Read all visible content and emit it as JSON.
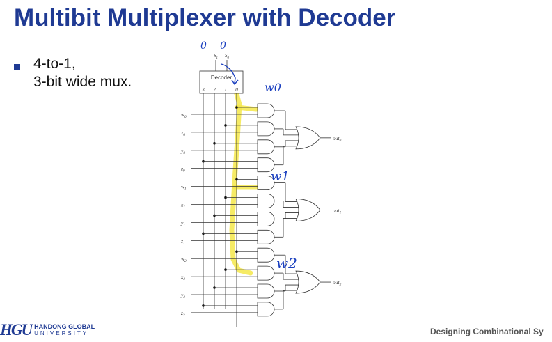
{
  "slide": {
    "title": "Multibit Multiplexer with Decoder",
    "bullets": [
      "4-to-1,",
      "3-bit wide mux."
    ],
    "footer": "Designing Combinational Sy"
  },
  "logo": {
    "line1": "HANDONG GLOBAL",
    "line2": "UNIVERSITY",
    "mark": "HGU"
  },
  "diagram": {
    "decoder_label": "Decoder",
    "select_inputs": [
      {
        "name": "S",
        "sub": "1"
      },
      {
        "name": "S",
        "sub": "0"
      }
    ],
    "decoder_outputs": [
      "3",
      "2",
      "1",
      "0"
    ],
    "inputs": [
      {
        "name": "w",
        "sub": "0"
      },
      {
        "name": "x",
        "sub": "0"
      },
      {
        "name": "y",
        "sub": "0"
      },
      {
        "name": "z",
        "sub": "0"
      },
      {
        "name": "w",
        "sub": "1"
      },
      {
        "name": "x",
        "sub": "1"
      },
      {
        "name": "y",
        "sub": "1"
      },
      {
        "name": "z",
        "sub": "1"
      },
      {
        "name": "w",
        "sub": "2"
      },
      {
        "name": "x",
        "sub": "2"
      },
      {
        "name": "y",
        "sub": "2"
      },
      {
        "name": "z",
        "sub": "2"
      }
    ],
    "outputs": [
      {
        "name": "out",
        "sub": "0"
      },
      {
        "name": "out",
        "sub": "1"
      },
      {
        "name": "out",
        "sub": "2"
      }
    ],
    "handwritten": {
      "s1_value": "0",
      "s0_value": "0",
      "note0": "w0",
      "note1": "w1",
      "note2": "w2"
    },
    "highlight_color": "#f5e84a",
    "ink_color": "#1a3fbf"
  }
}
